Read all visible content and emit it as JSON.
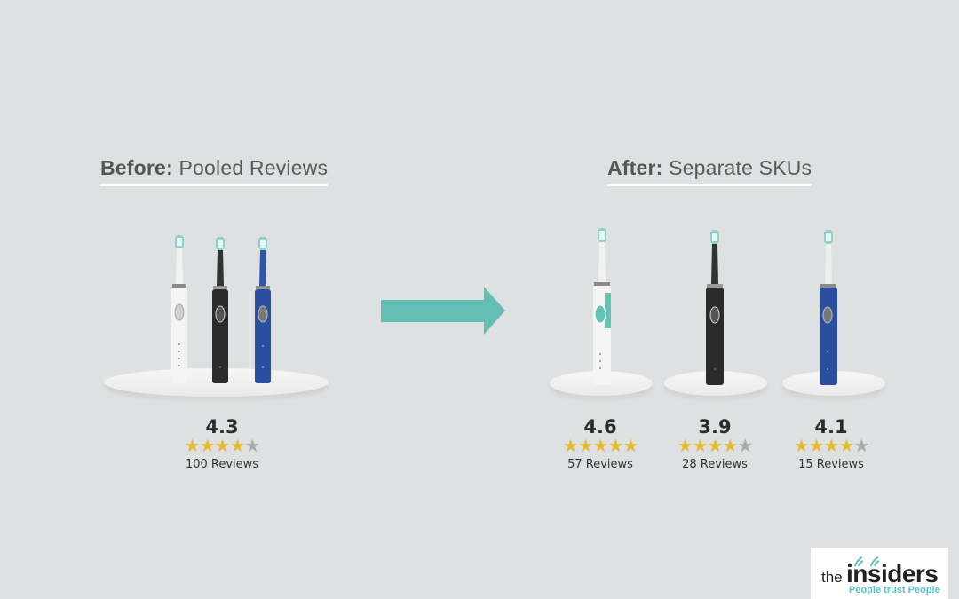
{
  "before": {
    "heading_bold": "Before:",
    "heading_rest": " Pooled Reviews",
    "rating": {
      "score": "4.3",
      "stars_filled": 4,
      "stars_total": 5,
      "count": "100 Reviews"
    },
    "products": [
      "white",
      "black",
      "blue"
    ]
  },
  "after": {
    "heading_bold": "After:",
    "heading_rest": " Separate SKUs",
    "skus": [
      {
        "color": "white",
        "score": "4.6",
        "stars_filled": 5,
        "stars_total": 5,
        "count": "57 Reviews"
      },
      {
        "color": "black",
        "score": "3.9",
        "stars_filled": 4,
        "stars_total": 5,
        "count": "28 Reviews"
      },
      {
        "color": "blue",
        "score": "4.1",
        "stars_filled": 4,
        "stars_total": 5,
        "count": "15 Reviews"
      }
    ]
  },
  "arrow": {
    "icon": "right-arrow-icon",
    "color": "#63bfb5"
  },
  "logo": {
    "the": "the",
    "insiders": "insiders",
    "tagline": "People trust People",
    "accent": "#5bc0c4"
  },
  "colors": {
    "background": "#dee1e2",
    "star_on": "#e8b92f",
    "star_off": "#a9a9a9",
    "white_brush": "#f4f4f4",
    "black_brush": "#2b2b2b",
    "blue_brush": "#2a4f9e",
    "teal": "#63c4b4"
  }
}
